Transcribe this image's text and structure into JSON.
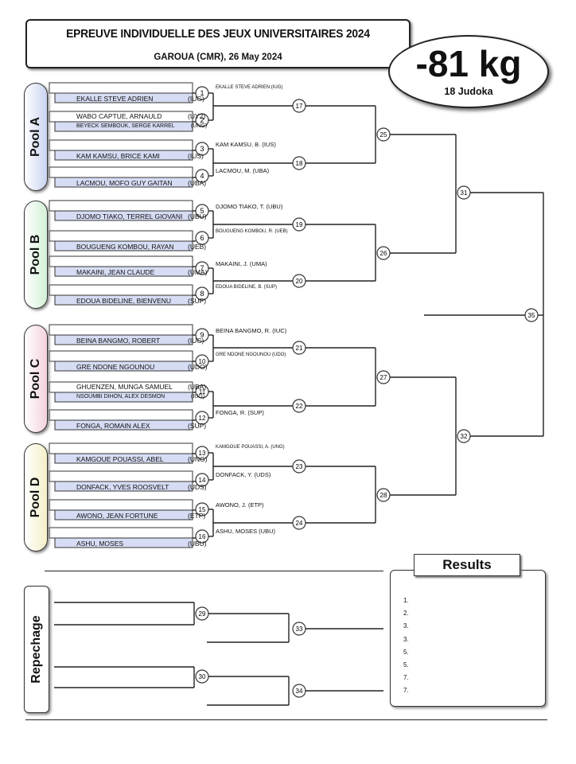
{
  "header": {
    "title": "EPREUVE INDIVIDUELLE DES JEUX UNIVERSITAIRES 2024",
    "subtitle": "GAROUA (CMR), 26 May 2024",
    "weight": "-81 kg",
    "judoka_count": "18 Judoka"
  },
  "pools": [
    "Pool A",
    "Pool B",
    "Pool C",
    "Pool D"
  ],
  "entries": [
    {
      "name": "EKALLE STEVE ADRIEN",
      "club": "(IUG)"
    },
    {
      "name": "WABO CAPTUE, ARNAULD",
      "club": "(UY2)",
      "name2": "BEYECK SEMBOUK, SERGE KARREL",
      "club2": "(UNG)"
    },
    {
      "name": "KAM KAMSU, BRICE KAMI",
      "club": "(IUS)"
    },
    {
      "name": "LACMOU, MOFO GUY GAITAN",
      "club": "(UBA)"
    },
    {
      "name": "DJOMO TIAKO, TERREL GIOVANI",
      "club": "(UBU)"
    },
    {
      "name": "BOUGUENG KOMBOU, RAYAN",
      "club": "(UEB)"
    },
    {
      "name": "MAKAINI, JEAN CLAUDE",
      "club": "(UMA)"
    },
    {
      "name": "EDOUA BIDELINE, BIENVENU",
      "club": "(SUP)"
    },
    {
      "name": "BEINA BANGMO, ROBERT",
      "club": "(IUC)"
    },
    {
      "name": "GRE NDONE NGOUNOU",
      "club": "(UDO)"
    },
    {
      "name": "GHUENZEN, MUNGA SAMUEL",
      "club": "(UBA)",
      "name2": "NSOUMBI DIHON, ALEX DESMON",
      "club2": "(IUG)"
    },
    {
      "name": "FONGA, ROMAIN ALEX",
      "club": "(SUP)"
    },
    {
      "name": "KAMGOUE POUASSI, ABEL",
      "club": "(UNG)"
    },
    {
      "name": "DONFACK, YVES ROOSVELT",
      "club": "(UDS)"
    },
    {
      "name": "AWONO, JEAN FORTUNE",
      "club": "(ETP)"
    },
    {
      "name": "ASHU, MOSES",
      "club": "(UBU)"
    }
  ],
  "winners": [
    "EKALLE STEVE ADRIEN (IUG)",
    "",
    "KAM KAMSU, B. (IUS)",
    "LACMOU, M. (UBA)",
    "DJOMO TIAKO, T. (UBU)",
    "BOUGUENG KOMBOU, R. (UEB)",
    "MAKAINI, J. (UMA)",
    "EDOUA BIDELINE, B. (SUP)",
    "BEINA BANGMO, R. (IUC)",
    "GRE NDONE NGOUNOU (UDO)",
    "",
    "FONGA, R. (SUP)",
    "KAMGOUE POUASSI, A. (UNG)",
    "DONFACK, Y. (UDS)",
    "AWONO, J. (ETP)",
    "ASHU, MOSES (UBU)"
  ],
  "contest_numbers": {
    "round1": [
      "1",
      "2",
      "3",
      "4",
      "5",
      "6",
      "7",
      "8",
      "9",
      "10",
      "11",
      "12",
      "13",
      "14",
      "15",
      "16"
    ],
    "round2": [
      "17",
      "18",
      "19",
      "20",
      "21",
      "22",
      "23",
      "24"
    ],
    "round3": [
      "25",
      "26",
      "27",
      "28"
    ],
    "semis": [
      "31",
      "32"
    ],
    "final": "35",
    "repechage": [
      "29",
      "30",
      "33",
      "34"
    ]
  },
  "repechage_label": "Repechage",
  "results": {
    "title": "Results",
    "places": [
      "1.",
      "2.",
      "3.",
      "3.",
      "5.",
      "5.",
      "7.",
      "7."
    ]
  },
  "colors": {
    "pool_a": "#c9d3f0",
    "pool_b": "#d3f0d6",
    "pool_c": "#f3d1dd",
    "pool_d": "#f4f0c8",
    "entry_stripe": "#d6dcf3"
  }
}
